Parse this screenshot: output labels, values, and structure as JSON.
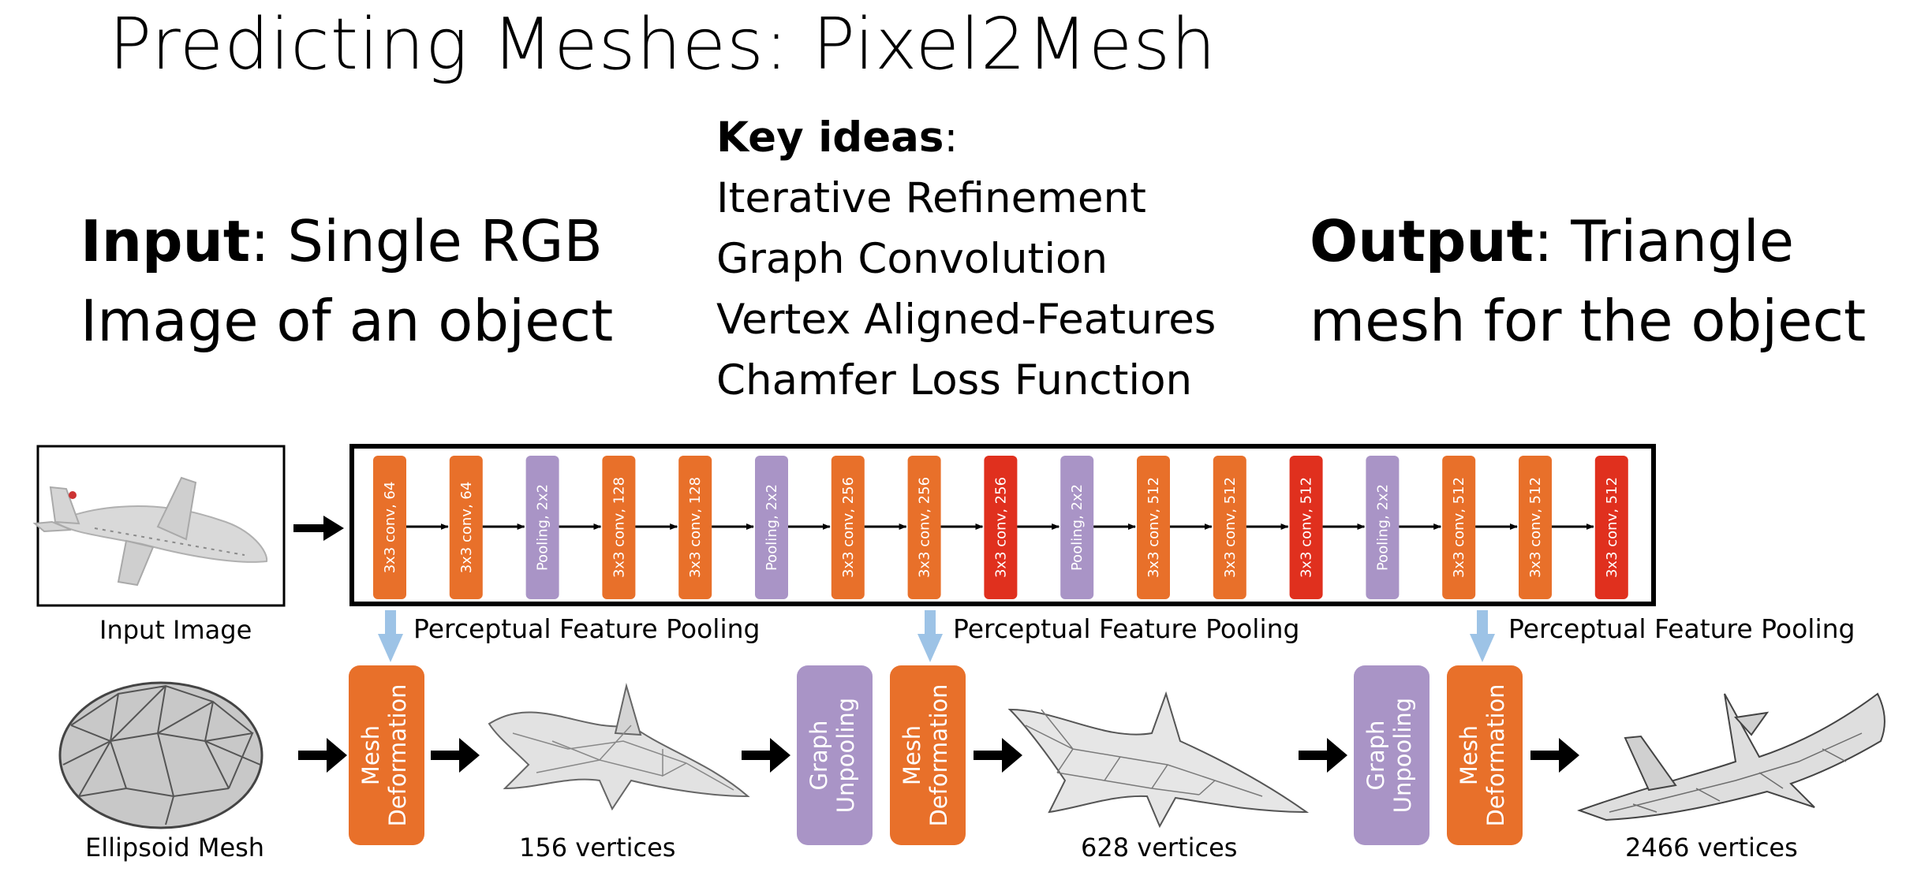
{
  "title": "Predicting Meshes: Pixel2Mesh",
  "input": {
    "bold": "Input",
    "line1_rest": ": Single RGB",
    "line2": "Image of an object"
  },
  "output": {
    "bold": "Output",
    "line1_rest": ": Triangle",
    "line2": "mesh for the object"
  },
  "key_ideas": {
    "heading_bold": "Key ideas",
    "heading_rest": ":",
    "items": [
      "Iterative Refinement",
      "Graph Convolution",
      "Vertex Aligned-Features",
      "Chamfer Loss Function"
    ]
  },
  "cnn_layers": [
    {
      "label": "3x3 conv, 64",
      "kind": "conv"
    },
    {
      "label": "3x3 conv, 64",
      "kind": "conv"
    },
    {
      "label": "Pooling, 2x2",
      "kind": "pool"
    },
    {
      "label": "3x3 conv, 128",
      "kind": "conv"
    },
    {
      "label": "3x3 conv, 128",
      "kind": "conv"
    },
    {
      "label": "Pooling, 2x2",
      "kind": "pool"
    },
    {
      "label": "3x3 conv, 256",
      "kind": "conv"
    },
    {
      "label": "3x3 conv, 256",
      "kind": "conv"
    },
    {
      "label": "3x3 conv, 256",
      "kind": "conv-red"
    },
    {
      "label": "Pooling, 2x2",
      "kind": "pool"
    },
    {
      "label": "3x3 conv, 512",
      "kind": "conv"
    },
    {
      "label": "3x3 conv, 512",
      "kind": "conv"
    },
    {
      "label": "3x3 conv, 512",
      "kind": "conv-red"
    },
    {
      "label": "Pooling, 2x2",
      "kind": "pool"
    },
    {
      "label": "3x3 conv, 512",
      "kind": "conv"
    },
    {
      "label": "3x3 conv, 512",
      "kind": "conv"
    },
    {
      "label": "3x3 conv, 512",
      "kind": "conv-red"
    }
  ],
  "labels": {
    "input_image": "Input Image",
    "ellipsoid_mesh": "Ellipsoid Mesh",
    "perceptual_pooling": [
      "Perceptual Feature Pooling",
      "Perceptual Feature Pooling",
      "Perceptual Feature Pooling"
    ],
    "vertices": [
      "156 vertices",
      "628 vertices",
      "2466 vertices"
    ],
    "mesh_deformation": [
      "Mesh",
      "Deformation"
    ],
    "graph_unpooling": [
      "Graph",
      "Unpooling"
    ]
  },
  "colors": {
    "conv": "#E8702A",
    "conv_red": "#E0301E",
    "pool": "#A994C6",
    "arrow_blue": "#9DC3E6"
  }
}
